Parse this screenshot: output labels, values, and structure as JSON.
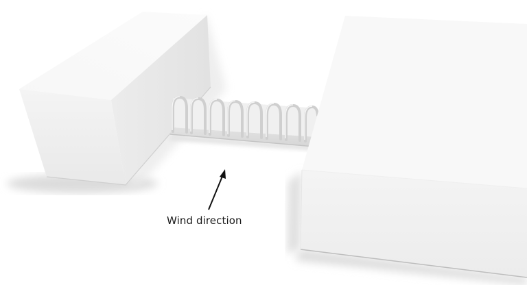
{
  "scene": {
    "description": "3D render of two white rectangular buildings connected by an open arched canopy walkway",
    "background_color": "#ffffff",
    "elements": {
      "left_building": {
        "type": "box",
        "color": "#f2f2f2"
      },
      "right_building": {
        "type": "box",
        "color": "#f7f7f7"
      },
      "canopy": {
        "type": "arched-canopy",
        "arch_count": 8,
        "color": "#e6e6e6"
      }
    }
  },
  "annotation": {
    "label": "Wind direction",
    "arrow_color": "#111111",
    "text_color": "#1a1a1a"
  }
}
